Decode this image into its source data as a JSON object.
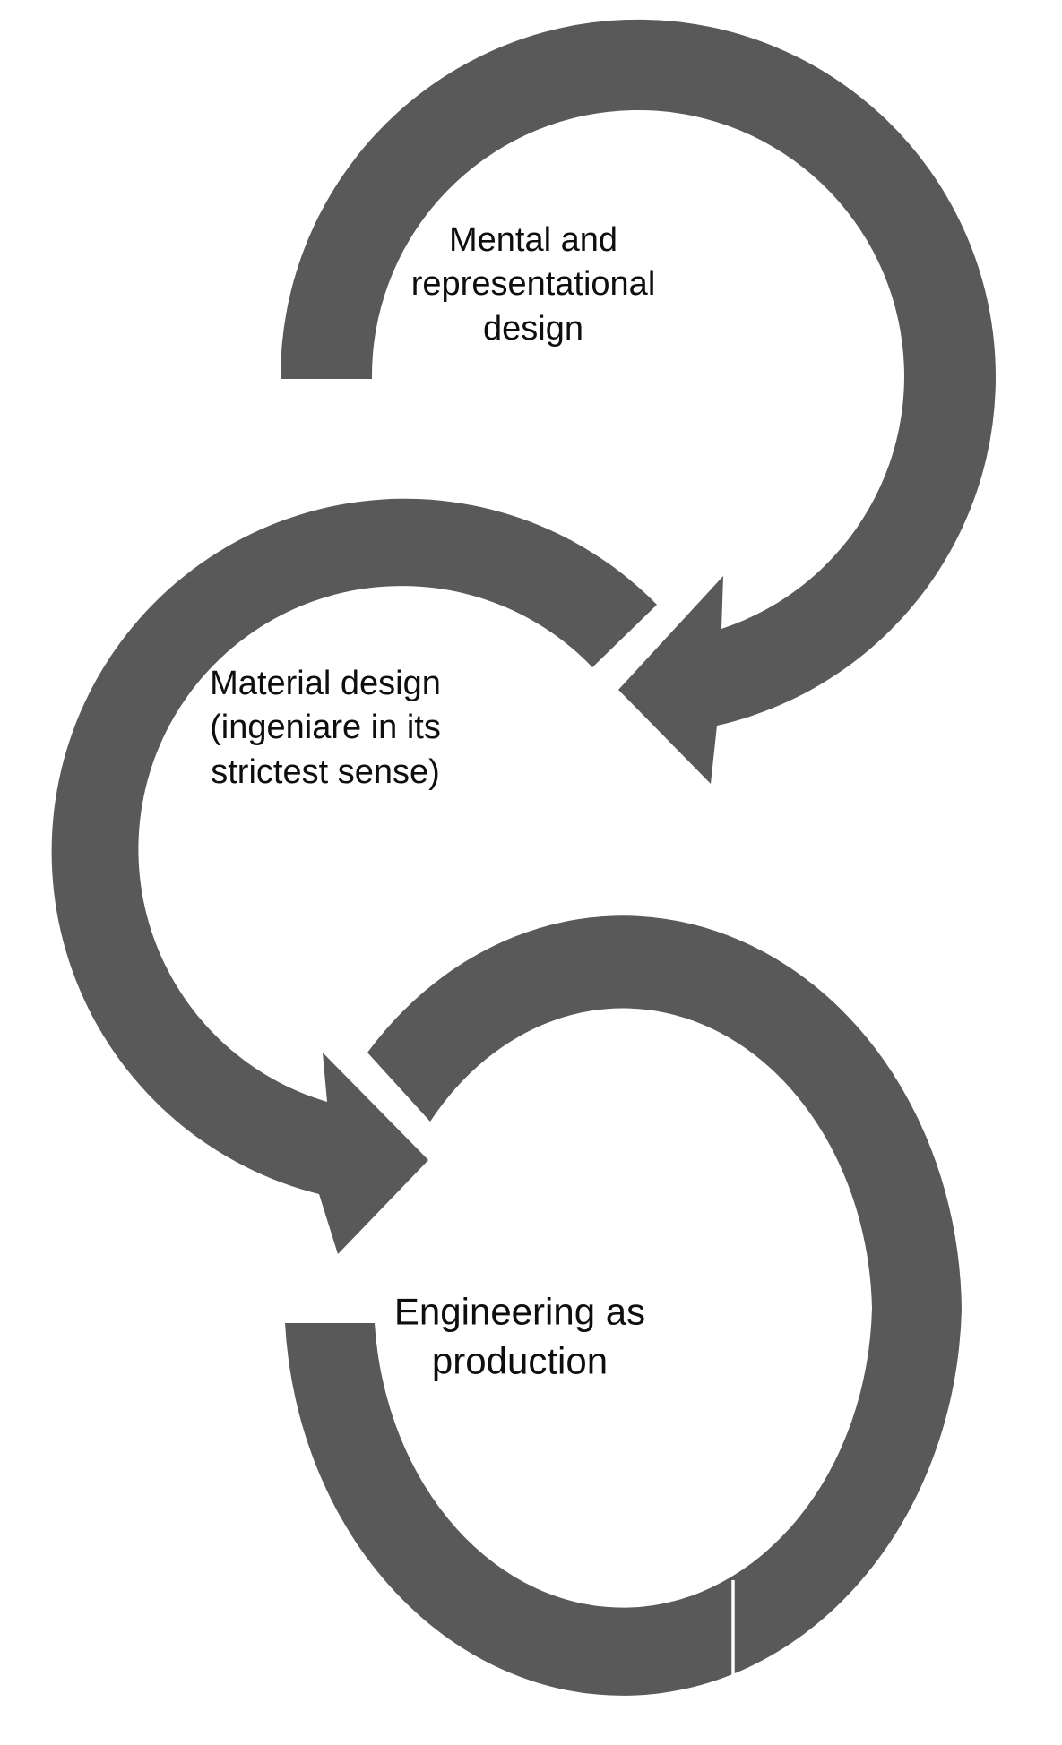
{
  "diagram": {
    "type": "cycle-flow",
    "colors": {
      "ring": "#595959",
      "text": "#0e0e0e",
      "background": "#ffffff"
    },
    "nodes": [
      {
        "id": "mental",
        "label": "Mental and representational design",
        "lines": [
          "Mental and",
          "representational",
          "design"
        ]
      },
      {
        "id": "material",
        "label": "Material design (ingeniare in its strictest sense)",
        "lines": [
          "Material design",
          "(ingeniare in its",
          "strictest sense)"
        ]
      },
      {
        "id": "engineering",
        "label": "Engineering as production",
        "lines": [
          "Engineering as",
          "production"
        ]
      }
    ],
    "connections": [
      {
        "from": "mental",
        "to": "material"
      },
      {
        "from": "material",
        "to": "engineering"
      }
    ]
  }
}
